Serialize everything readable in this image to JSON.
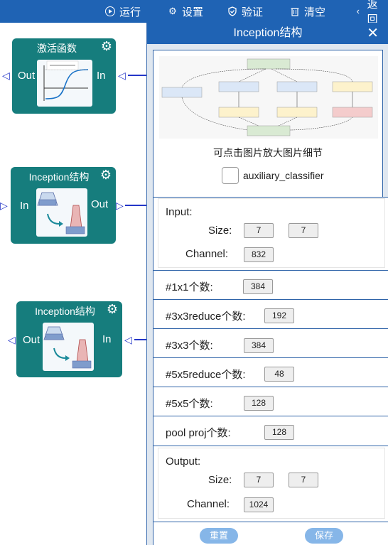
{
  "toolbar": {
    "run": "运行",
    "settings": "设置",
    "validate": "验证",
    "clear": "清空",
    "back": "返回"
  },
  "canvas": {
    "activation_node": {
      "title": "激活函数",
      "out": "Out",
      "in": "In"
    },
    "inception_node_1": {
      "title": "Inception结构",
      "in": "In",
      "out": "Out"
    },
    "inception_node_2": {
      "title": "Inception结构",
      "out": "Out",
      "in": "In"
    }
  },
  "panel": {
    "title": "Inception结构",
    "hint": "可点击图片放大图片细节",
    "aux_label": "auxiliary_classifier",
    "input_label": "Input:",
    "size_label": "Size:",
    "channel_label": "Channel:",
    "input_size_h": "7",
    "input_size_w": "7",
    "input_channel": "832",
    "n1x1_label": "#1x1个数:",
    "n1x1": "384",
    "n3x3reduce_label": "#3x3reduce个数:",
    "n3x3reduce": "192",
    "n3x3_label": "#3x3个数:",
    "n3x3": "384",
    "n5x5reduce_label": "#5x5reduce个数:",
    "n5x5reduce": "48",
    "n5x5_label": "#5x5个数:",
    "n5x5": "128",
    "pool_proj_label": "pool proj个数:",
    "pool_proj": "128",
    "output_label": "Output:",
    "output_size_h": "7",
    "output_size_w": "7",
    "output_channel": "1024",
    "reset": "重置",
    "save": "保存"
  },
  "colors": {
    "toolbar": "#1f63b4",
    "node": "#167d7d",
    "wire": "#2436c8",
    "panel_bg": "#dfe7f0",
    "button": "#86b6e8"
  }
}
